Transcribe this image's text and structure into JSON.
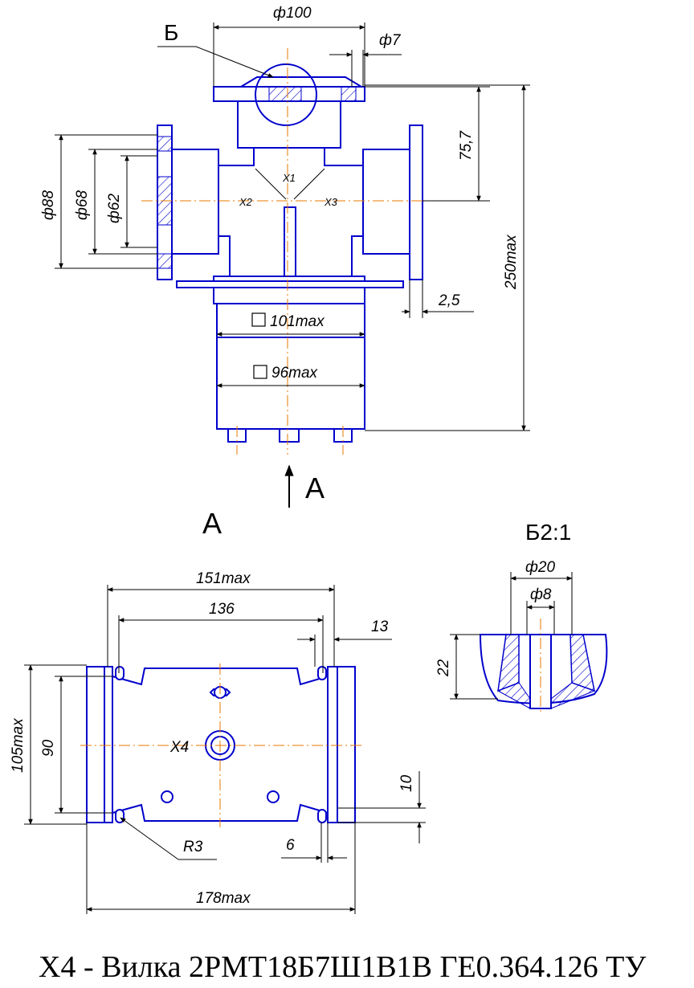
{
  "top_view": {
    "dims": {
      "d100": "ф100",
      "d7": "ф7",
      "d88": "ф88",
      "d68": "ф68",
      "d62": "ф62",
      "h757": "75,7",
      "h250": "250max",
      "t25": "2,5",
      "sq101": "101max",
      "sq96": "96max"
    },
    "labels": {
      "b": "Б",
      "x1": "X1",
      "x2": "X2",
      "x3": "X3",
      "arrow_a": "А"
    }
  },
  "view_a": {
    "title": "А",
    "dims": {
      "w151": "151max",
      "w136": "136",
      "w13": "13",
      "h105": "105max",
      "h90": "90",
      "h10": "10",
      "w6": "6",
      "r3": "R3",
      "w178": "178max"
    },
    "label_x4": "X4"
  },
  "detail_b": {
    "title": "Б2:1",
    "dims": {
      "d20": "ф20",
      "d8": "ф8",
      "h22": "22"
    }
  },
  "caption": "X4 -  Вилка 2РМТ18Б7Ш1В1В ГЕ0.364.126 ТУ"
}
